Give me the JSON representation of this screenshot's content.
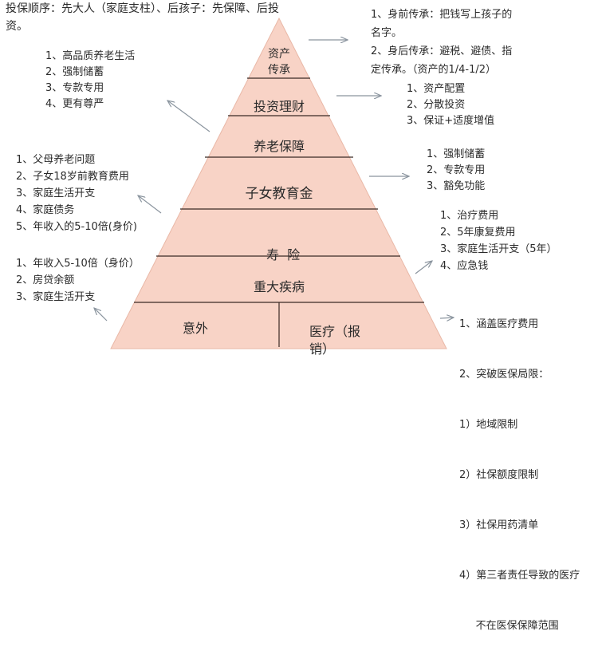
{
  "header": {
    "line1": "投保顺序：先大人（家庭支柱）、后孩子：先保障、后投",
    "line2": "资。"
  },
  "colors": {
    "pyramid_fill": "#f8d3c6",
    "pyramid_edge": "#e9b8a7",
    "divider": "#3a2a25",
    "arrow": "#8a949e",
    "text": "#2b2b2b"
  },
  "pyramid": {
    "levels": [
      {
        "label_line1": "资产",
        "label_line2": "传承"
      },
      {
        "label": "投资理财"
      },
      {
        "label": "养老保障"
      },
      {
        "label": "子女教育金"
      },
      {
        "label": "寿  险"
      },
      {
        "label": "重大疾病"
      },
      {
        "label_left": "意外",
        "label_right_line1": "医疗（报",
        "label_right_line2": "销）"
      }
    ]
  },
  "notes": {
    "asset_inheritance": [
      "1、身前传承：把钱写上孩子的",
      "名字。",
      "2、身后传承：避税、避债、指",
      "定传承。（资产的1/4-1/2）"
    ],
    "investment": [
      "1、资产配置",
      "2、分散投资",
      "3、保证+适度增值"
    ],
    "retirement": [
      "1、高品质养老生活",
      "2、强制储蓄",
      "3、专款专用",
      "4、更有尊严"
    ],
    "education": [
      "1、强制储蓄",
      "2、专款专用",
      "3、豁免功能"
    ],
    "life": [
      "1、父母养老问题",
      "2、子女18岁前教育费用",
      "3、家庭生活开支",
      "4、家庭债务",
      "5、年收入的5-10倍(身价)"
    ],
    "critical_illness": [
      "1、治疗费用",
      "2、5年康复费用",
      "3、家庭生活开支（5年）",
      "4、应急钱"
    ],
    "accident": [
      "1、年收入5-10倍（身价）",
      "2、房贷余额",
      "3、家庭生活开支"
    ],
    "medical": [
      "1、涵盖医疗费用",
      "2、突破医保局限：",
      "1）地域限制",
      "2）社保额度限制",
      "3）社保用药清单",
      "4）第三者责任导致的医疗",
      "     不在医保保障范围"
    ]
  }
}
